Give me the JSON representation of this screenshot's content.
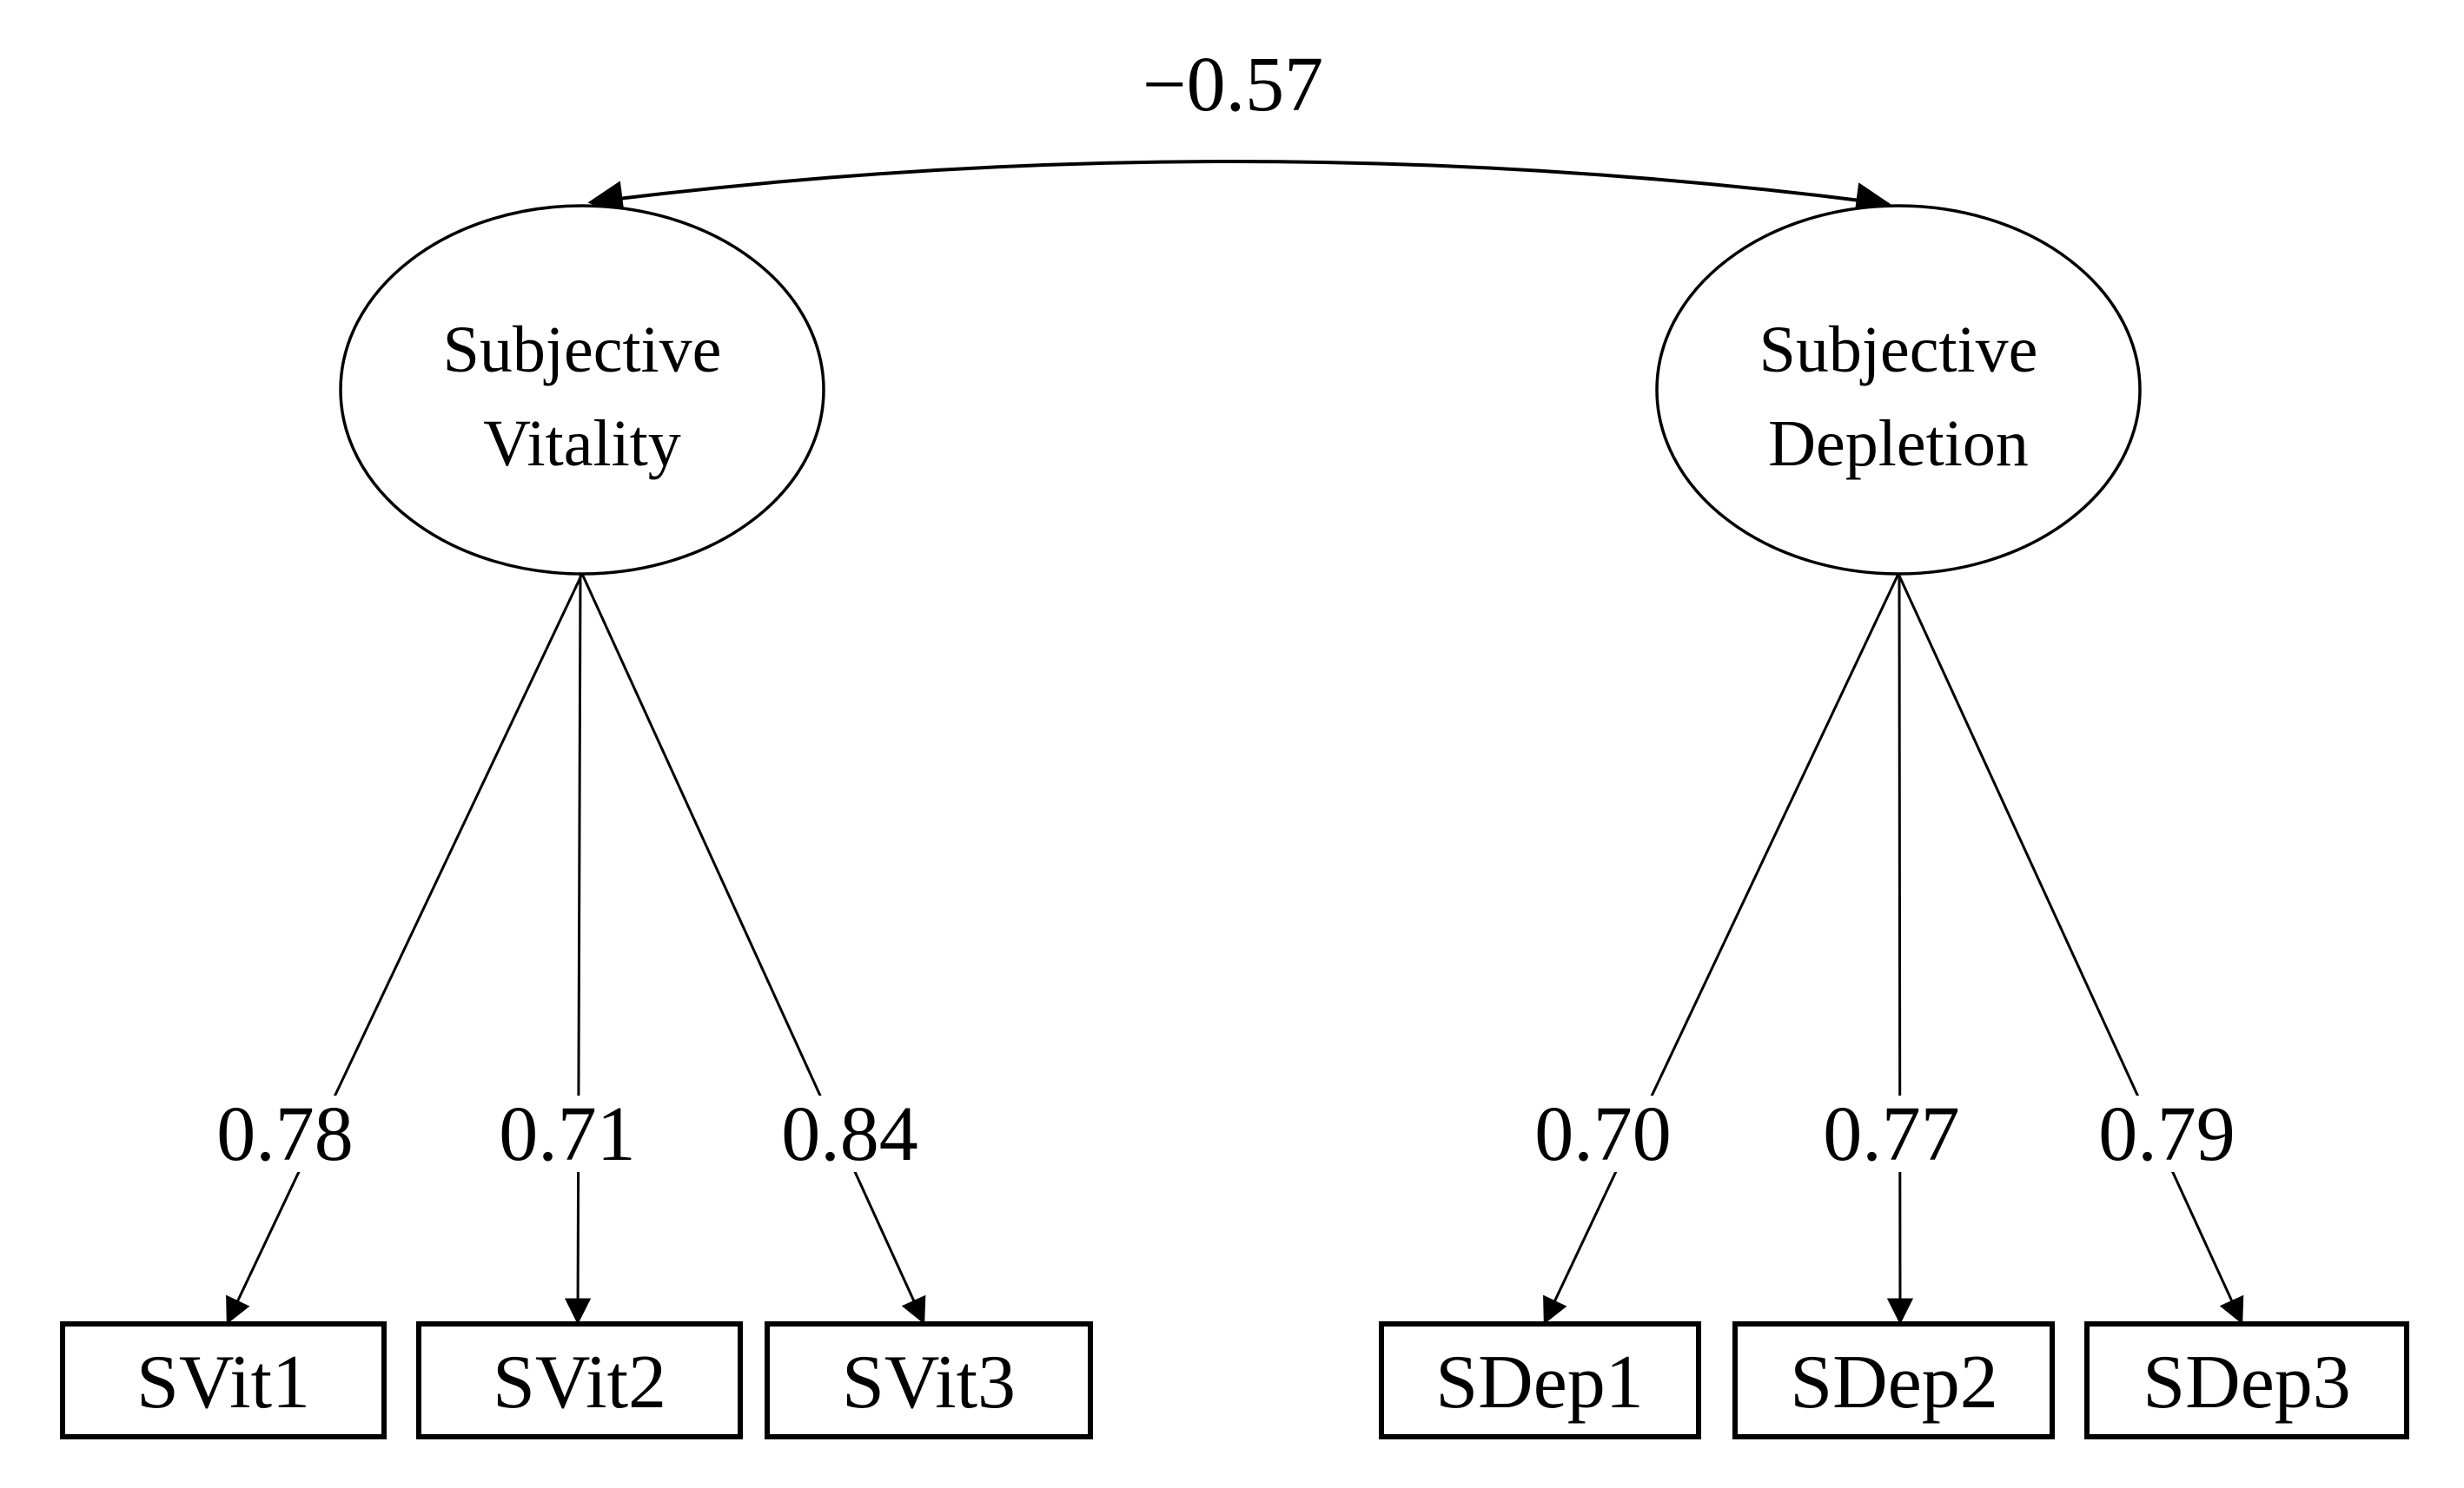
{
  "figure": {
    "type": "confirmatory-factor-analysis-path-diagram",
    "background_color": "#ffffff",
    "line_color": "#000000",
    "correlation": {
      "value": "−0.57"
    },
    "left_factor": {
      "label_line1": "Subjective",
      "label_line2": "Vitality",
      "loadings": [
        "0.78",
        "0.71",
        "0.84"
      ],
      "indicators": [
        "SVit1",
        "SVit2",
        "SVit3"
      ]
    },
    "right_factor": {
      "label_line1": "Subjective",
      "label_line2": "Depletion",
      "loadings": [
        "0.70",
        "0.77",
        "0.79"
      ],
      "indicators": [
        "SDep1",
        "SDep2",
        "SDep3"
      ]
    }
  }
}
